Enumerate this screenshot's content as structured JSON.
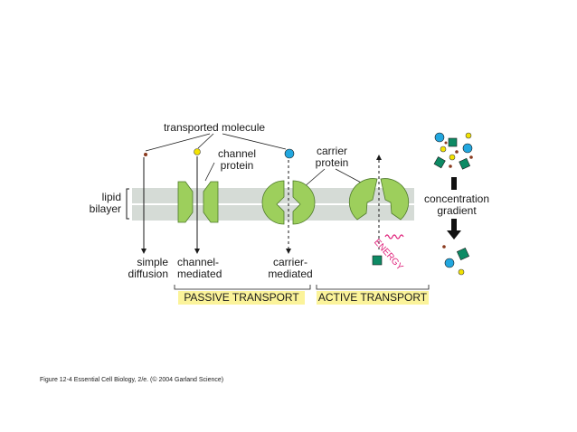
{
  "labels": {
    "transported_molecule": "transported molecule",
    "channel_protein": [
      "channel",
      "protein"
    ],
    "carrier_protein": [
      "carrier",
      "protein"
    ],
    "lipid_bilayer": [
      "lipid",
      "bilayer"
    ],
    "simple_diffusion": [
      "simple",
      "diffusion"
    ],
    "channel_mediated": [
      "channel-",
      "mediated"
    ],
    "carrier_mediated": [
      "carrier-",
      "mediated"
    ],
    "concentration_gradient": [
      "concentration",
      "gradient"
    ],
    "energy": "ENERGY",
    "passive_transport": "PASSIVE TRANSPORT",
    "active_transport": "ACTIVE TRANSPORT"
  },
  "caption": "Figure 12-4  Essential Cell Biology, 2/e. (© 2004 Garland Science)",
  "colors": {
    "membrane": "#d5dbd6",
    "protein": "#9dcf5c",
    "protein_stroke": "#4e7a2a",
    "small_molecule": "#8a3a1e",
    "yellow_molecule": "#f2e200",
    "blue_molecule": "#22a7df",
    "green_molecule": "#0d8a64",
    "energy": "#e0247c",
    "highlight": "#fbf39a"
  }
}
